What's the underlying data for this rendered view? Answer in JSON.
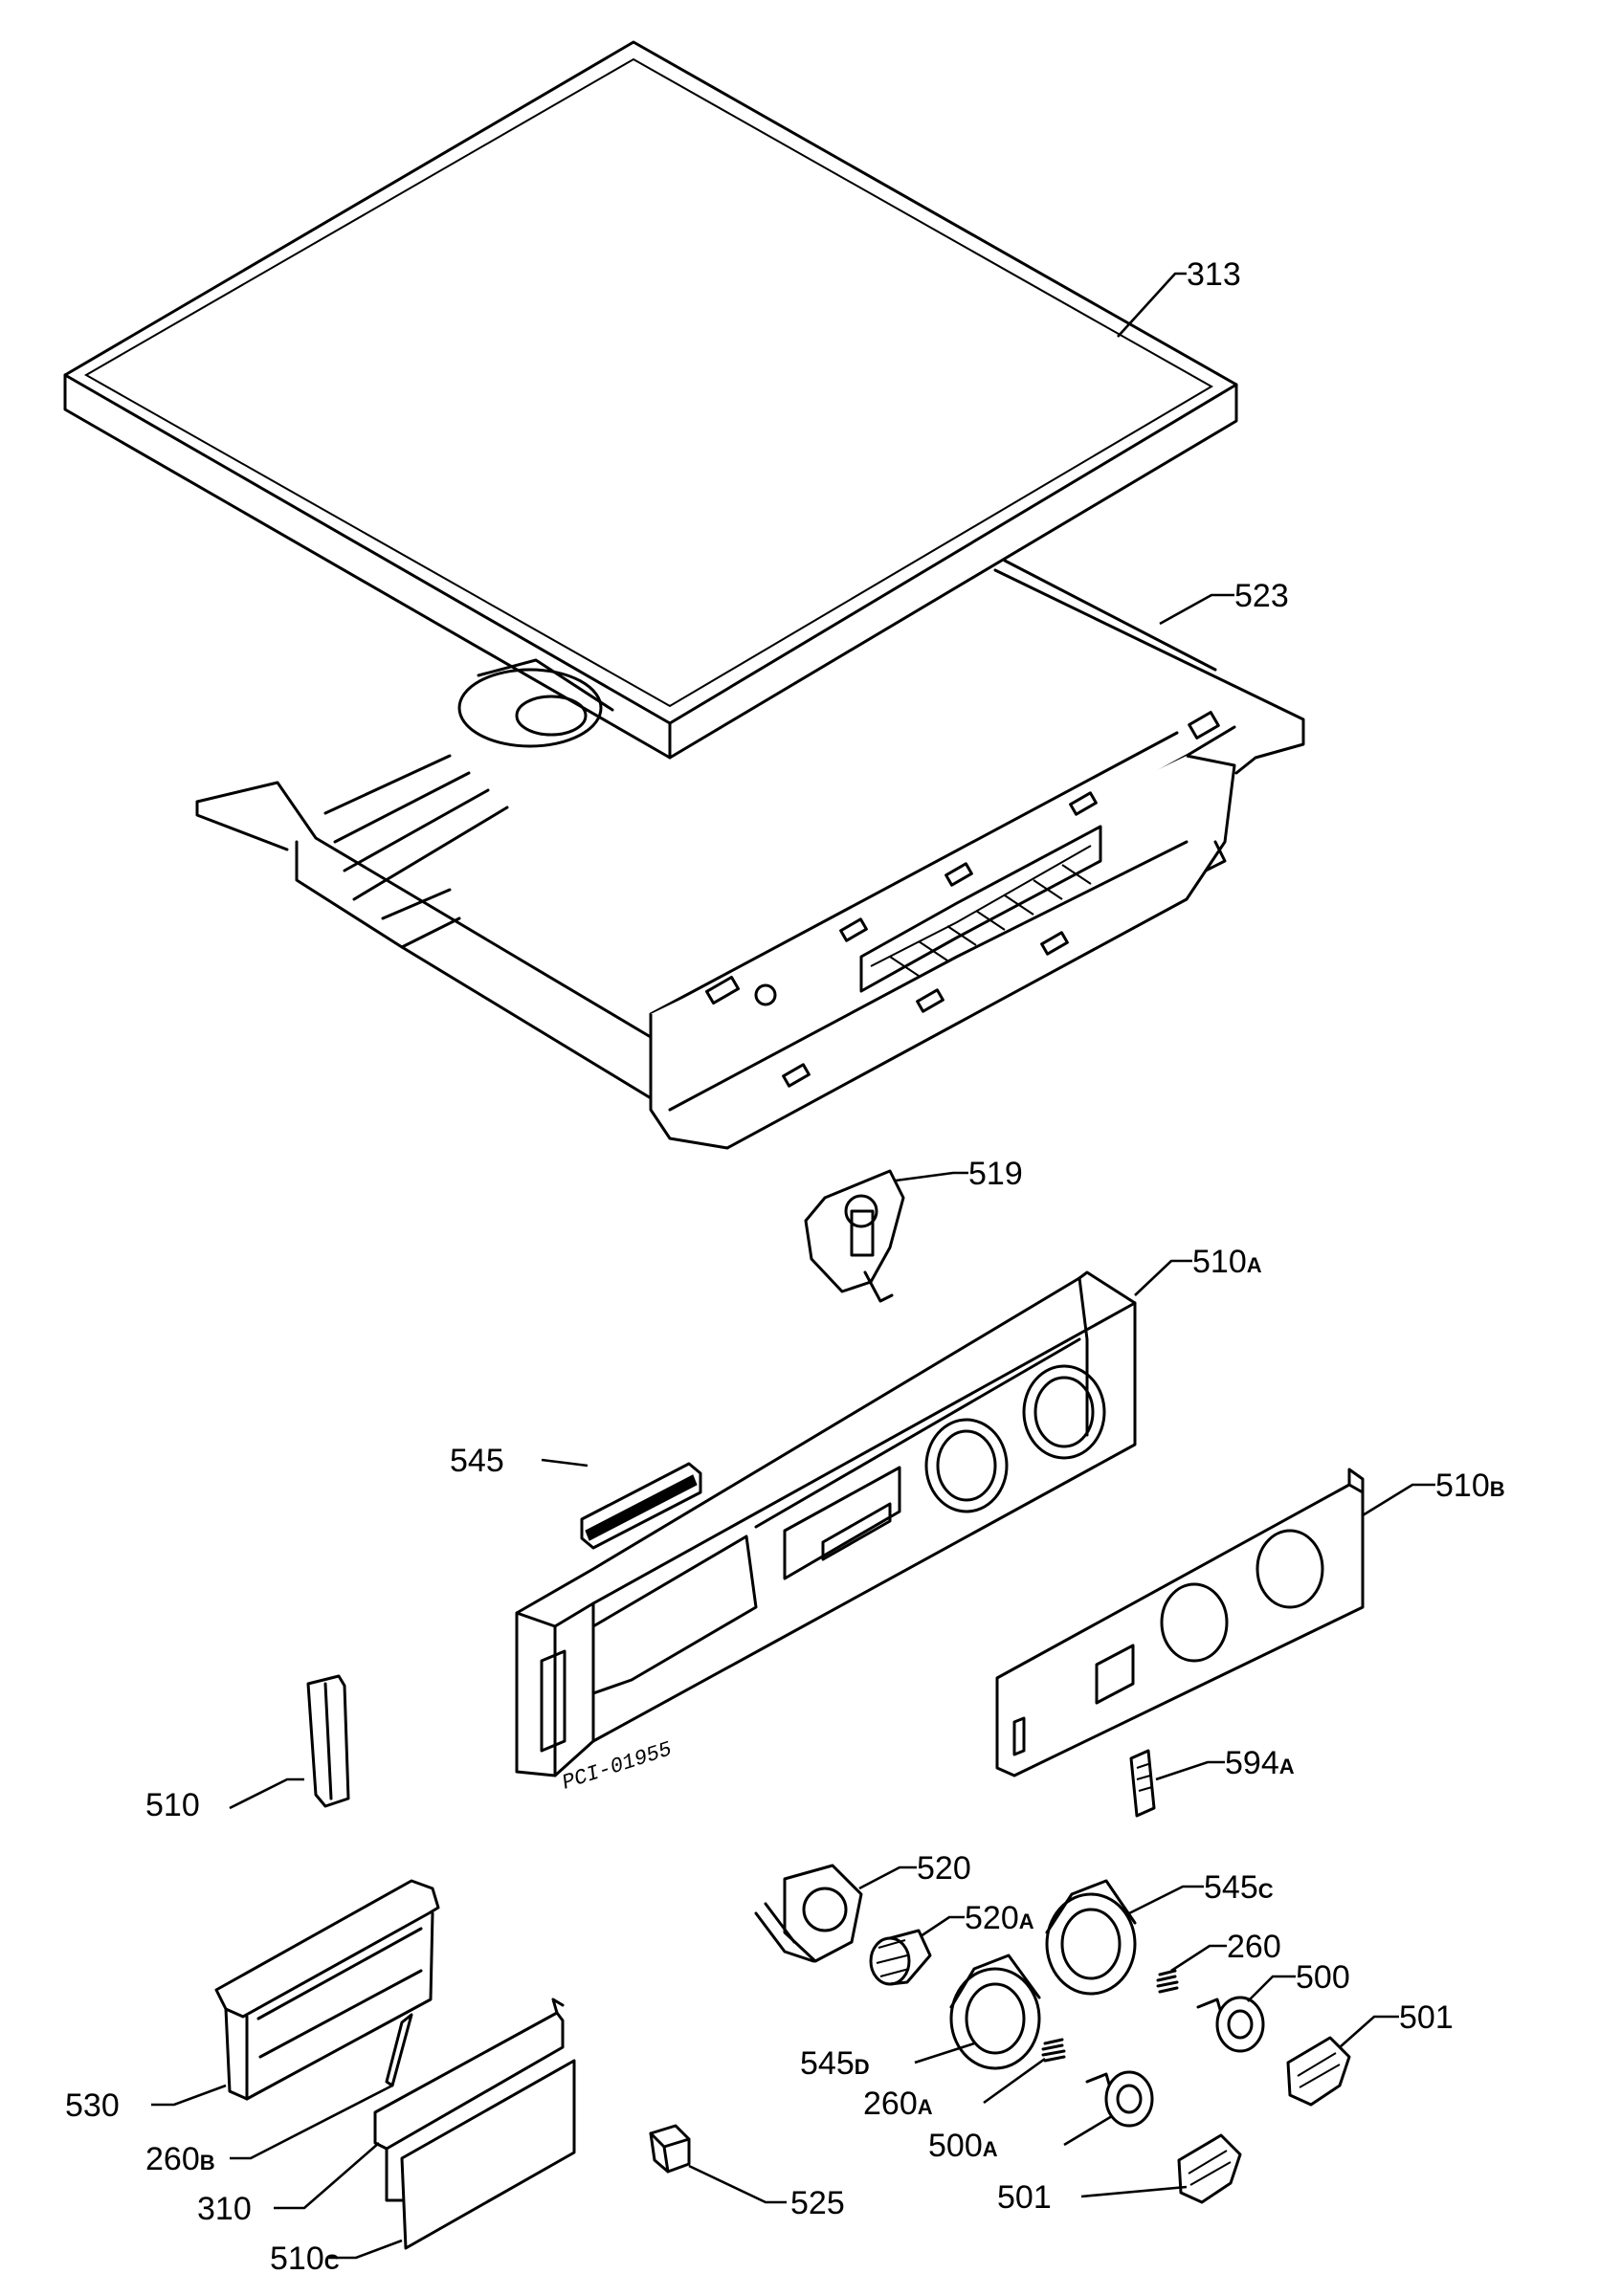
{
  "drawing_code": "PCI-01955",
  "callouts": [
    {
      "id": "313",
      "main": "313",
      "suffix": ""
    },
    {
      "id": "523",
      "main": "523",
      "suffix": ""
    },
    {
      "id": "519",
      "main": "519",
      "suffix": ""
    },
    {
      "id": "510A",
      "main": "510",
      "suffix": "A"
    },
    {
      "id": "545",
      "main": "545",
      "suffix": ""
    },
    {
      "id": "510B",
      "main": "510",
      "suffix": "B"
    },
    {
      "id": "510",
      "main": "510",
      "suffix": ""
    },
    {
      "id": "594A",
      "main": "594",
      "suffix": "A"
    },
    {
      "id": "520",
      "main": "520",
      "suffix": ""
    },
    {
      "id": "520A",
      "main": "520",
      "suffix": "A"
    },
    {
      "id": "545C",
      "main": "545",
      "suffix": "C"
    },
    {
      "id": "260",
      "main": "260",
      "suffix": ""
    },
    {
      "id": "500",
      "main": "500",
      "suffix": ""
    },
    {
      "id": "501a",
      "main": "501",
      "suffix": ""
    },
    {
      "id": "545D",
      "main": "545",
      "suffix": "D"
    },
    {
      "id": "260A",
      "main": "260",
      "suffix": "A"
    },
    {
      "id": "500A",
      "main": "500",
      "suffix": "A"
    },
    {
      "id": "501b",
      "main": "501",
      "suffix": ""
    },
    {
      "id": "530",
      "main": "530",
      "suffix": ""
    },
    {
      "id": "260B",
      "main": "260",
      "suffix": "B"
    },
    {
      "id": "310",
      "main": "310",
      "suffix": ""
    },
    {
      "id": "510C",
      "main": "510",
      "suffix": "C"
    },
    {
      "id": "525",
      "main": "525",
      "suffix": ""
    }
  ]
}
